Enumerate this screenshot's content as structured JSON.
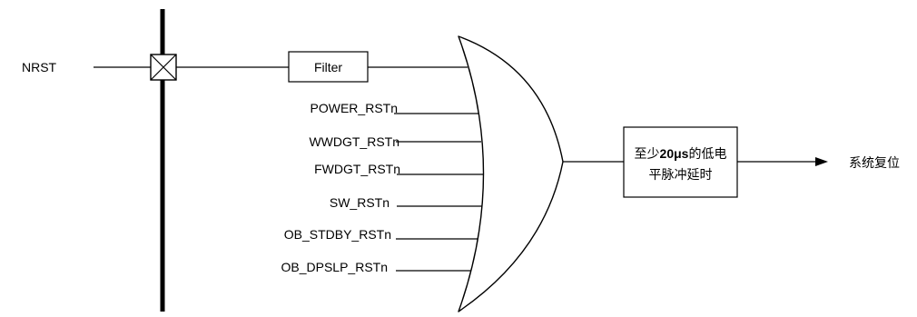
{
  "diagram": {
    "input_label": "NRST",
    "filter_label": "Filter",
    "reset_sources": [
      "POWER_RSTn",
      "WWDGT_RSTn",
      "FWDGT_RSTn",
      "SW_RSTn",
      "OB_STDBY_RSTn",
      "OB_DPSLP_RSTn"
    ],
    "delay_block": {
      "line1_prefix": "至少",
      "line1_bold": "20μs",
      "line1_suffix": "的低电",
      "line2": "平脉冲延时"
    },
    "output_label": "系统复位"
  }
}
